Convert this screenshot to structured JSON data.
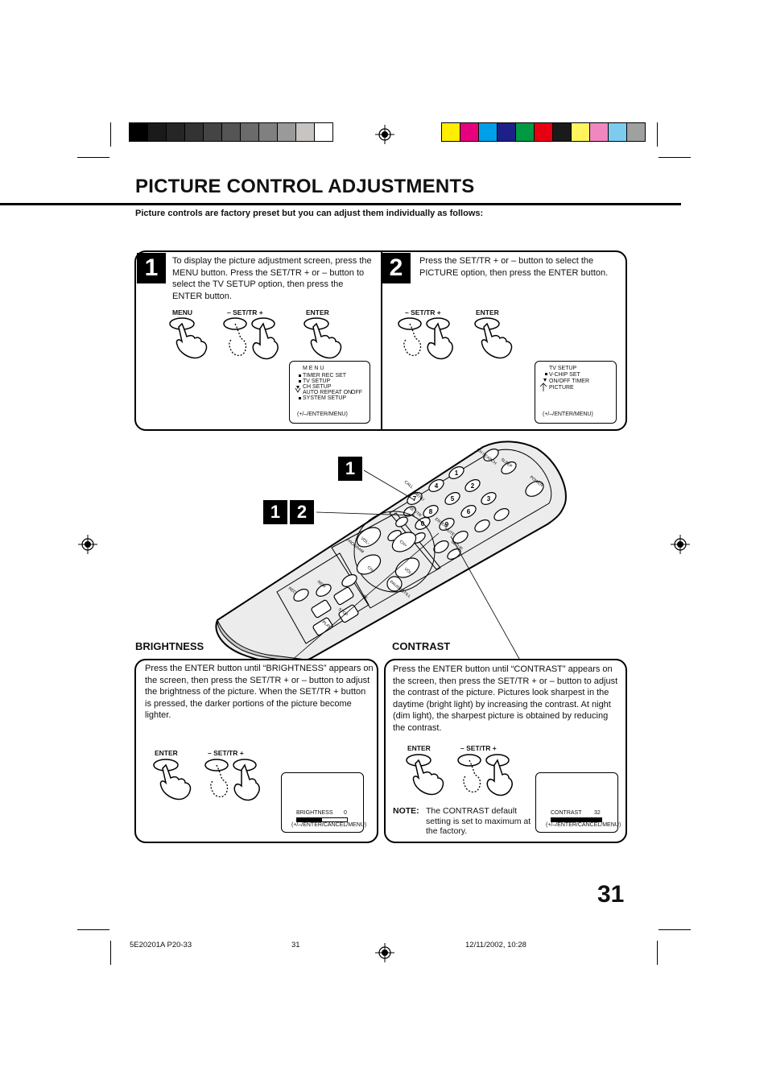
{
  "page": {
    "title": "PICTURE CONTROL ADJUSTMENTS",
    "intro": "Picture controls are factory preset but you can adjust them individually as follows:",
    "page_number": "31"
  },
  "colors": {
    "gray_bar": [
      "#000000",
      "#1a1a1a",
      "#262626",
      "#333333",
      "#444444",
      "#555555",
      "#6b6b6b",
      "#808080",
      "#9a9a9a",
      "#c8c4c2",
      "#ffffff"
    ],
    "color_bar": [
      "#ffee00",
      "#e6007e",
      "#00a0e9",
      "#1d2088",
      "#009944",
      "#e60012",
      "#1a1a1a",
      "#fff45c",
      "#f088bf",
      "#7dccf0",
      "#9fa0a0"
    ]
  },
  "step1": {
    "number": "1",
    "text": "To display the picture adjustment screen, press the MENU button. Press the SET/TR + or – button to select the TV SETUP option, then press the ENTER button.",
    "labels": {
      "menu": "MENU",
      "settr": "SET/TR",
      "minus": "–",
      "plus": "+",
      "enter": "ENTER"
    },
    "screen": {
      "title": "M E N U",
      "items": [
        "TIMER REC SET",
        "TV SETUP",
        "CH SETUP",
        "AUTO REPEAT   ON",
        "SYSTEM SETUP"
      ],
      "off": "OFF",
      "footer": "(+/–/ENTER/MENU)"
    }
  },
  "step2": {
    "number": "2",
    "text": "Press the SET/TR + or – button to select the PICTURE option, then press the ENTER button.",
    "labels": {
      "settr": "SET/TR",
      "minus": "–",
      "plus": "+",
      "enter": "ENTER"
    },
    "screen": {
      "title": "TV  SETUP",
      "items": [
        "V-CHIP SET",
        "ON/OFF  TIMER",
        "PICTURE"
      ],
      "footer": "(+/–/ENTER/MENU)"
    }
  },
  "tags": {
    "a": "1",
    "b": "1",
    "c": "2"
  },
  "remote": {
    "keys": [
      "1",
      "2",
      "3",
      "4",
      "5",
      "6",
      "7",
      "8",
      "9",
      "0"
    ],
    "labels": [
      "CH SEARCH",
      "SLEEP",
      "POWER",
      "CALL",
      "MENU",
      "SET/TR",
      "ENTER",
      "CH+",
      "CH–",
      "VOL+",
      "VOL–",
      "MUTE",
      "SETUP",
      "PAUSE/STILL",
      "PROGRAM",
      "REW",
      "FF",
      "STOP",
      "PLAY",
      "REC"
    ]
  },
  "brightness": {
    "heading": "BRIGHTNESS",
    "text": "Press the ENTER button until “BRIGHTNESS” appears on the screen, then press the SET/TR + or – button to adjust the brightness of the picture. When the SET/TR + button is pressed, the darker portions of the picture become lighter.",
    "labels": {
      "enter": "ENTER",
      "settr": "SET/TR",
      "minus": "–",
      "plus": "+"
    },
    "screen": {
      "label": "BRIGHTNESS",
      "value": "0",
      "footer": "(+/–/ENTER/CANCEL/MENU)",
      "level": 0.5
    }
  },
  "contrast": {
    "heading": "CONTRAST",
    "text": "Press the ENTER button until “CONTRAST” appears on the screen, then press the SET/TR + or – button to adjust the contrast of the picture. Pictures look sharpest in the daytime (bright light) by increasing the contrast. At night (dim light), the sharpest picture is obtained by reducing the contrast.",
    "labels": {
      "enter": "ENTER",
      "settr": "SET/TR",
      "minus": "–",
      "plus": "+"
    },
    "note_label": "NOTE:",
    "note": "The CONTRAST default setting is set to maximum at the factory.",
    "screen": {
      "label": "CONTRAST",
      "value": "32",
      "footer": "(+/–/ENTER/CANCEL/MENU)",
      "level": 1.0
    }
  },
  "footer": {
    "left": "5E20201A P20-33",
    "center": "31",
    "right": "12/11/2002, 10:28"
  }
}
